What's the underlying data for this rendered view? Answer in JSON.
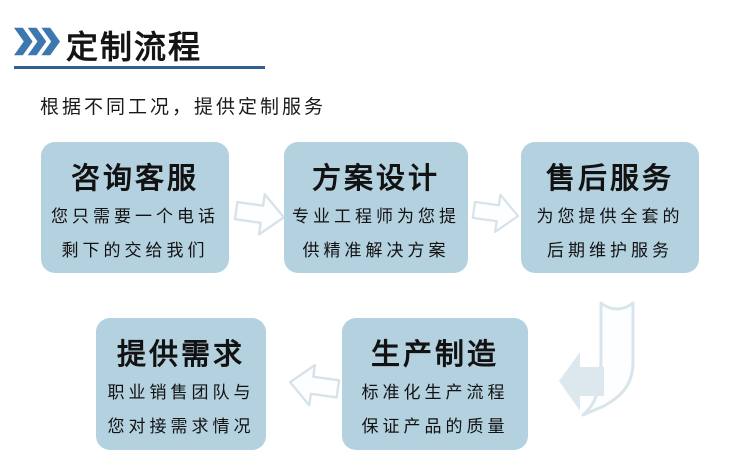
{
  "header": {
    "title": "定制流程",
    "subtitle": "根据不同工况，提供定制服务"
  },
  "flow": {
    "steps": [
      {
        "title": "咨询客服",
        "line1": "您只需要一个电话",
        "line2": "剩下的交给我们"
      },
      {
        "title": "方案设计",
        "line1": "专业工程师为您提",
        "line2": "供精准解决方案"
      },
      {
        "title": "售后服务",
        "line1": "为您提供全套的",
        "line2": "后期维护服务"
      },
      {
        "title": "提供需求",
        "line1": "职业销售团队与",
        "line2": "您对接需求情况"
      },
      {
        "title": "生产制造",
        "line1": "标准化生产流程",
        "line2": "保证产品的质量"
      }
    ]
  },
  "icons": {
    "triple_chevron": "triple-chevron-right",
    "arrow_right": "hollow-arrow-right",
    "arrow_left": "hollow-arrow-left",
    "bent_arrow": "bent-arrow-down-left"
  },
  "colors": {
    "accent_blue": "#3c78af",
    "underline_blue": "#2f5f94",
    "box_fill": "#b4d1e0",
    "arrow_light_fill": "#dde8ee",
    "arrow_outline": "#d7e3ea",
    "text": "#141414"
  }
}
